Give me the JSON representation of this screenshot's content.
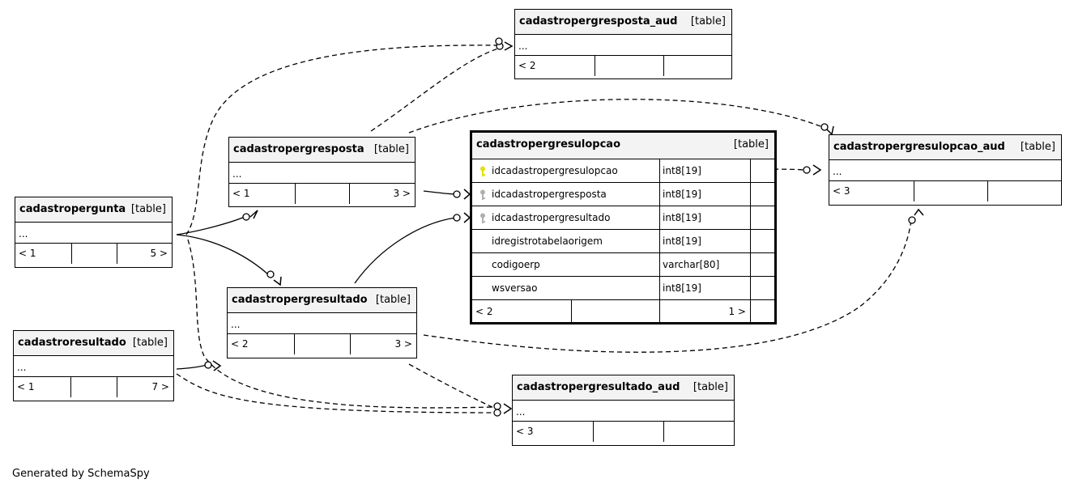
{
  "tables": {
    "cadastropergresposta_aud": {
      "name": "cadastropergresposta_aud",
      "type": "[table]",
      "ellipsis": "...",
      "footer": [
        "< 2",
        "",
        ""
      ]
    },
    "cadastropergresposta": {
      "name": "cadastropergresposta",
      "type": "[table]",
      "ellipsis": "...",
      "footer": [
        "< 1",
        "",
        "3 >"
      ]
    },
    "cadastropergunta": {
      "name": "cadastropergunta",
      "type": "[table]",
      "ellipsis": "...",
      "footer": [
        "< 1",
        "",
        "5 >"
      ]
    },
    "cadastropergresultado": {
      "name": "cadastropergresultado",
      "type": "[table]",
      "ellipsis": "...",
      "footer": [
        "< 2",
        "",
        "3 >"
      ]
    },
    "cadastroresultado": {
      "name": "cadastroresultado",
      "type": "[table]",
      "ellipsis": "...",
      "footer": [
        "< 1",
        "",
        "7 >"
      ]
    },
    "cadastropergresultado_aud": {
      "name": "cadastropergresultado_aud",
      "type": "[table]",
      "ellipsis": "...",
      "footer": [
        "< 3",
        "",
        ""
      ]
    },
    "cadastropergresulopcao_aud": {
      "name": "cadastropergresulopcao_aud",
      "type": "[table]",
      "ellipsis": "...",
      "footer": [
        "< 3",
        "",
        ""
      ]
    },
    "cadastropergresulopcao": {
      "name": "cadastropergresulopcao",
      "type": "[table]",
      "columns": [
        {
          "name": "idcadastropergresulopcao",
          "type": "int8[19]",
          "key": "primary"
        },
        {
          "name": "idcadastropergresposta",
          "type": "int8[19]",
          "key": "foreign"
        },
        {
          "name": "idcadastropergresultado",
          "type": "int8[19]",
          "key": "foreign"
        },
        {
          "name": "idregistrotabelaorigem",
          "type": "int8[19]",
          "key": ""
        },
        {
          "name": "codigoerp",
          "type": "varchar[80]",
          "key": ""
        },
        {
          "name": "wsversao",
          "type": "int8[19]",
          "key": ""
        }
      ],
      "footer": [
        "< 2",
        "",
        "1 >"
      ]
    }
  },
  "colors": {
    "primary_key": "#e8e000",
    "foreign_key": "#b0b0b0",
    "header_bg": "#f3f3f3"
  },
  "generated_by": "Generated by SchemaSpy"
}
